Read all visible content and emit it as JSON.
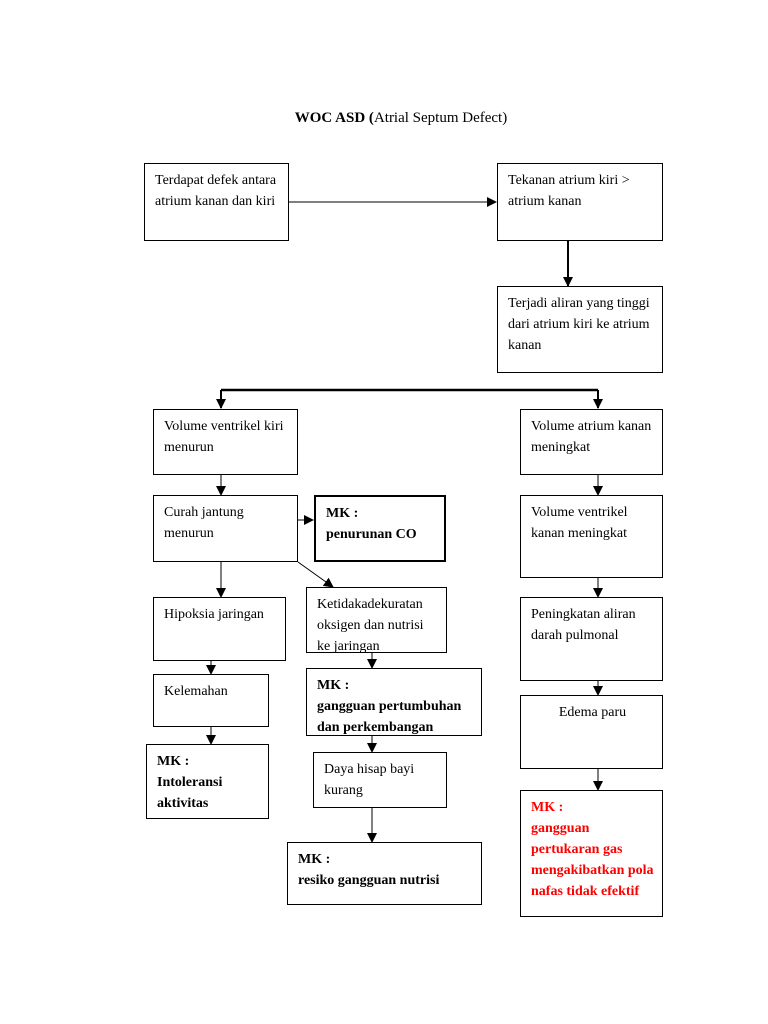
{
  "title": {
    "bold": "WOC ASD (",
    "rest": "Atrial Septum Defect)"
  },
  "nodes": {
    "defek": "Terdapat defek antara atrium kanan dan kiri",
    "tekanan": "Tekanan atrium kiri > atrium kanan",
    "aliran": "Terjadi aliran yang tinggi dari atrium kiri ke atrium kanan",
    "vol_ventrikel_kiri": "Volume ventrikel kiri menurun",
    "curah": "Curah jantung menurun",
    "mk_co": {
      "label": "MK :",
      "text": "penurunan CO"
    },
    "hipoksia": "Hipoksia jaringan",
    "ketidakadekuatan": "Ketidakadekuratan oksigen dan nutrisi ke jaringan",
    "kelemahan": "Kelemahan",
    "mk_tumbuh": {
      "label": "MK :",
      "text": "gangguan pertumbuhan dan perkembangan"
    },
    "mk_intoleransi": {
      "label": "MK :",
      "text": "Intoleransi aktivitas"
    },
    "daya_hisap": "Daya hisap bayi kurang",
    "mk_nutrisi": {
      "label": "MK :",
      "text": "resiko gangguan nutrisi"
    },
    "vol_atrium_kanan": "Volume atrium kanan meningkat",
    "vol_ventrikel_kanan": "Volume ventrikel kanan meningkat",
    "aliran_pulmonal": "Peningkatan aliran darah pulmonal",
    "edema": "Edema paru",
    "mk_gas": {
      "label": "MK :",
      "text": "gangguan pertukaran gas mengakibatkan pola nafas tidak efektif"
    }
  },
  "colors": {
    "line": "#000000",
    "warning_text": "#ff0000"
  }
}
